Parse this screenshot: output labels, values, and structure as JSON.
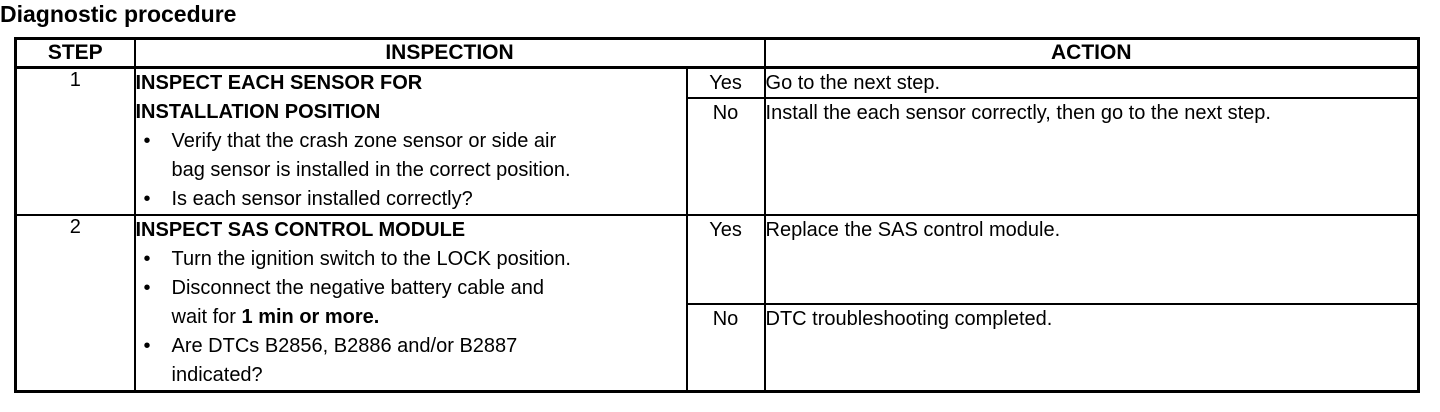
{
  "title": "Diagnostic procedure",
  "headers": {
    "step": "STEP",
    "inspection": "INSPECTION",
    "action": "ACTION"
  },
  "steps": [
    {
      "number": "1",
      "title_lines": [
        "INSPECT EACH SENSOR FOR",
        "INSTALLATION POSITION"
      ],
      "bullets": [
        [
          "Verify that the crash zone sensor or side air",
          "bag sensor is installed in the correct position."
        ],
        [
          "Is each sensor installed correctly?"
        ]
      ],
      "yes_label": "Yes",
      "yes_action": "Go to the next step.",
      "no_label": "No",
      "no_action": "Install the each sensor correctly, then go to the next step."
    },
    {
      "number": "2",
      "title_lines": [
        "INSPECT SAS CONTROL MODULE"
      ],
      "bullet_a": "Turn the ignition switch to the LOCK position.",
      "bullet_b_line1": "Disconnect the negative battery cable and",
      "bullet_b_line2_prefix": "wait for ",
      "bullet_b_line2_bold": "1 min or more.",
      "bullet_c": [
        "Are DTCs B2856, B2886 and/or B2887",
        "indicated?"
      ],
      "yes_label": "Yes",
      "yes_action": "Replace the SAS control module.",
      "no_label": "No",
      "no_action": "DTC troubleshooting completed."
    }
  ],
  "bullet_glyph": "•"
}
